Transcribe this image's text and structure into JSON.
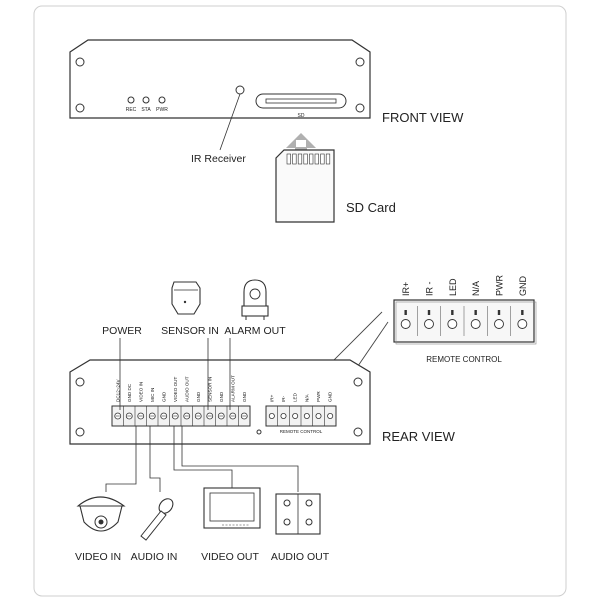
{
  "front": {
    "view_label": "FRONT VIEW",
    "leds": [
      "REC",
      "STA",
      "PWR"
    ],
    "sd_slot_label": "SD",
    "ir_label": "IR Receiver",
    "sd_card_label": "SD Card"
  },
  "rear": {
    "view_label": "REAR VIEW",
    "devices_top": {
      "power": "POWER",
      "sensor_in": "SENSOR IN",
      "alarm_out": "ALARM OUT"
    },
    "terminals": [
      "DC12~24V",
      "GND DC",
      "VIDEO IN",
      "MIC IN",
      "GND",
      "VIDEO OUT",
      "AUDIO OUT",
      "GND",
      "SENSOR IN",
      "GND",
      "ALARM OUT",
      "GND"
    ],
    "remote_small": {
      "pins": [
        "IR+",
        "IR-",
        "LED",
        "N/A",
        "PWR",
        "GND"
      ],
      "label": "REMOTE CONTROL"
    },
    "devices_bottom": {
      "video_in": "VIDEO IN",
      "audio_in": "AUDIO IN",
      "video_out": "VIDEO OUT",
      "audio_out": "AUDIO OUT"
    }
  },
  "remote_zoom": {
    "pins": [
      "IR+",
      "IR -",
      "LED",
      "N/A",
      "PWR",
      "GND"
    ],
    "label": "REMOTE CONTROL"
  },
  "colors": {
    "line": "#333333",
    "arrow": "#b0b0b0",
    "terminal": "#f2f2f2"
  }
}
